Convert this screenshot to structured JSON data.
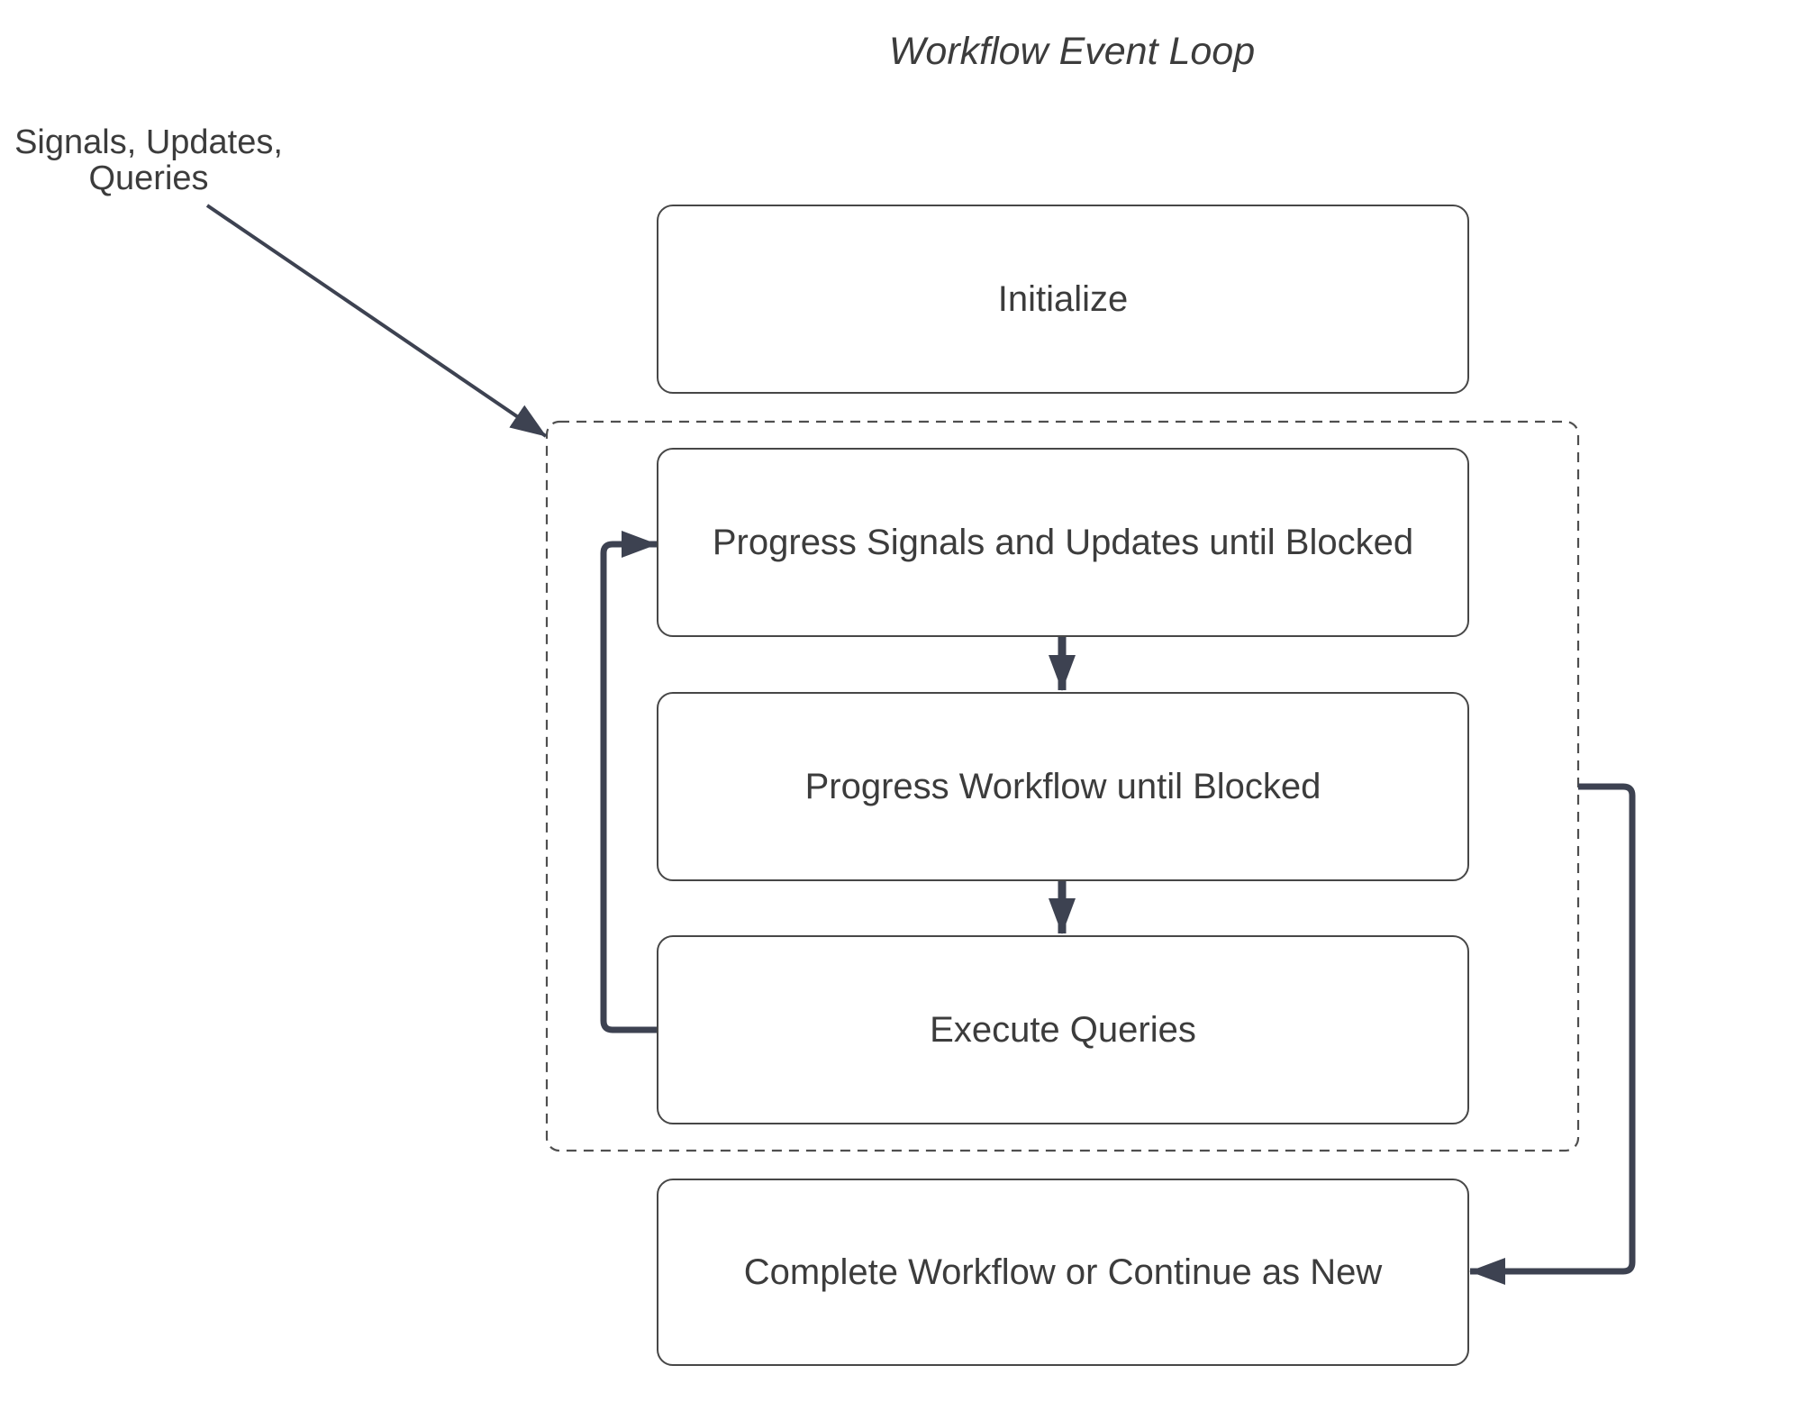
{
  "title": "Workflow Event Loop",
  "annotation": {
    "lines": [
      "Signals, Updates,",
      "Queries"
    ]
  },
  "nodes": {
    "initialize": "Initialize",
    "progress_signals": "Progress Signals and Updates until Blocked",
    "progress_workflow": "Progress Workflow until Blocked",
    "execute_queries": "Execute Queries",
    "complete": "Complete Workflow or Continue as New"
  },
  "colors": {
    "arrow": "#3d4251",
    "box_border": "#474747",
    "dashed_border": "#4f4f4f",
    "text": "#3c3c3c",
    "background": "#ffffff"
  }
}
